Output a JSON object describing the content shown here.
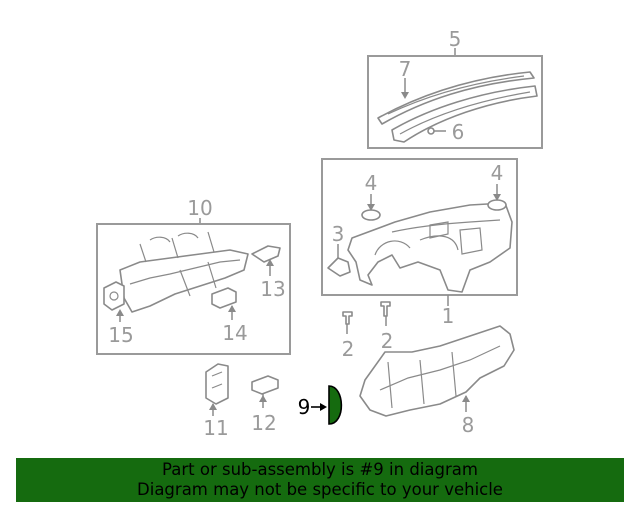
{
  "callouts": {
    "c1": "1",
    "c2a": "2",
    "c2b": "2",
    "c3": "3",
    "c4a": "4",
    "c4b": "4",
    "c5": "5",
    "c6": "6",
    "c7": "7",
    "c8": "8",
    "c9": "9",
    "c10": "10",
    "c11": "11",
    "c12": "12",
    "c13": "13",
    "c14": "14",
    "c15": "15"
  },
  "highlight": {
    "part_number": "9",
    "color": "#156b0f"
  },
  "banner": {
    "line1": "Part or sub-assembly is #9 in diagram",
    "line2": "Diagram may not be specific to your vehicle",
    "background": "#156b0f"
  }
}
